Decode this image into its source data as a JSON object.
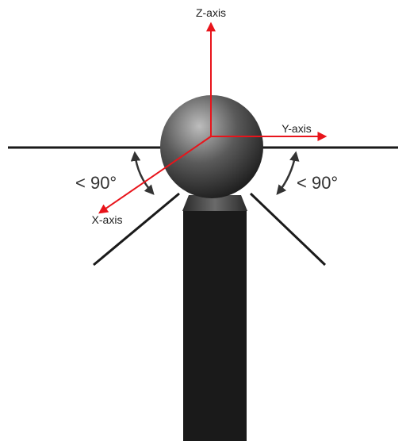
{
  "labels": {
    "z_axis": "Z-axis",
    "y_axis": "Y-axis",
    "x_axis": "X-axis",
    "angle_left": "< 90°",
    "angle_right": "< 90°"
  },
  "colors": {
    "axis": "#e8141b",
    "structure": "#1a1a1a",
    "ball_light": "#b8b8b8",
    "ball_dark": "#141414",
    "text": "#222222",
    "background": "#ffffff"
  }
}
